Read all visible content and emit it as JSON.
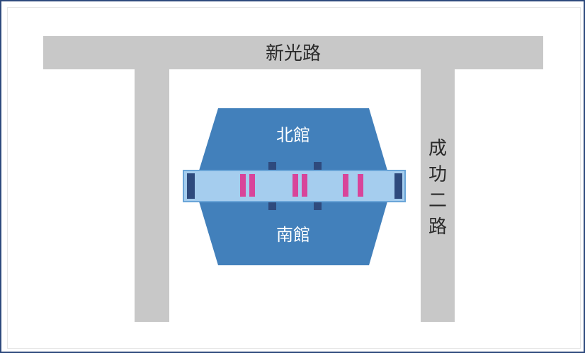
{
  "roads": {
    "top_road_name": "新光路",
    "right_road_chars": [
      "成",
      "功",
      "二",
      "路"
    ]
  },
  "buildings": {
    "north_hall": "北館",
    "south_hall": "南館"
  },
  "colors": {
    "road": "#c8c8c8",
    "building": "#4280bb",
    "corridor": "#a5cdee",
    "corridor_border": "#6aa5d8",
    "door": "#2e4a7d",
    "pink_marker": "#d8449a",
    "frame": "#2e4a7d"
  }
}
